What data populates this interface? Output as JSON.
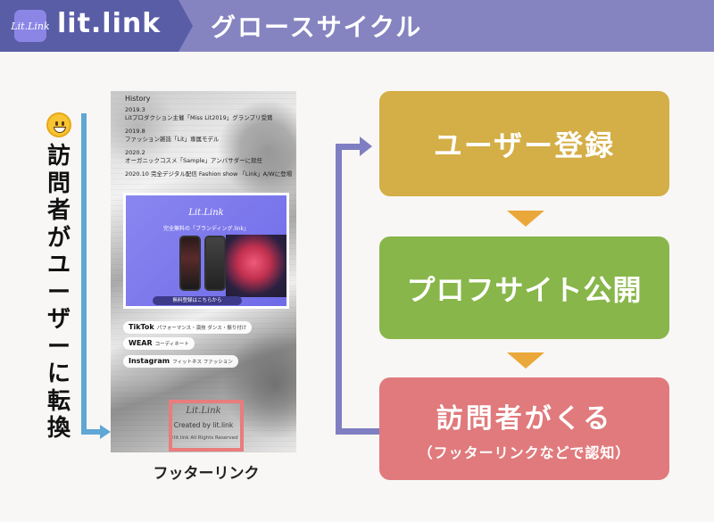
{
  "header": {
    "logo_text": "Lit.Link",
    "brand": "lit.link",
    "title": "グロースサイクル",
    "colors": {
      "left": "#595da6",
      "right": "#8584c0"
    }
  },
  "left_label": "訪問者がユーザーに転換",
  "phone": {
    "history_title": "History",
    "history": [
      {
        "date": "2019.3",
        "text": "Litプロダクション主催「Miss Lit2019」グランプリ受賞"
      },
      {
        "date": "2019.8",
        "text": "ファッション雑誌「Lit」専属モデル"
      },
      {
        "date": "2020.2",
        "text": "オーガニックコスメ「Sample」アンバサダーに就任"
      },
      {
        "date": "",
        "text": "2020.10 完全デジタル配信 Fashion show 「Link」A/Wに登場"
      }
    ],
    "promo": {
      "logo": "Lit.Link",
      "tagline": "完全無料の「ブランディング.link」",
      "cta": "無料登録はこちらから"
    },
    "links": [
      {
        "name": "TikTok",
        "desc": "パフォーマンス・演技 ダンス・振り付け"
      },
      {
        "name": "WEAR",
        "desc": "コーディネート"
      },
      {
        "name": "Instagram",
        "desc": "フィットネス ファッション"
      }
    ],
    "footer": {
      "logo": "Lit.Link",
      "created": "Created by lit.link",
      "copyright": "©lit.link All Rights Reserved"
    }
  },
  "footer_caption": "フッターリンク",
  "flow": {
    "step1": "ユーザー登録",
    "step2": "プロフサイト公開",
    "step3": "訪問者がくる",
    "step3_sub": "（フッターリンクなどで認知）",
    "colors": {
      "step1": "#d4ae46",
      "step2": "#88b64a",
      "step3": "#e07a7c",
      "arrow": "#eaa83a",
      "loop": "#7f7ec2",
      "convert": "#5fa7d4"
    }
  },
  "icons": [
    "smiley-emoji-icon",
    "lit-link-logo-icon"
  ]
}
